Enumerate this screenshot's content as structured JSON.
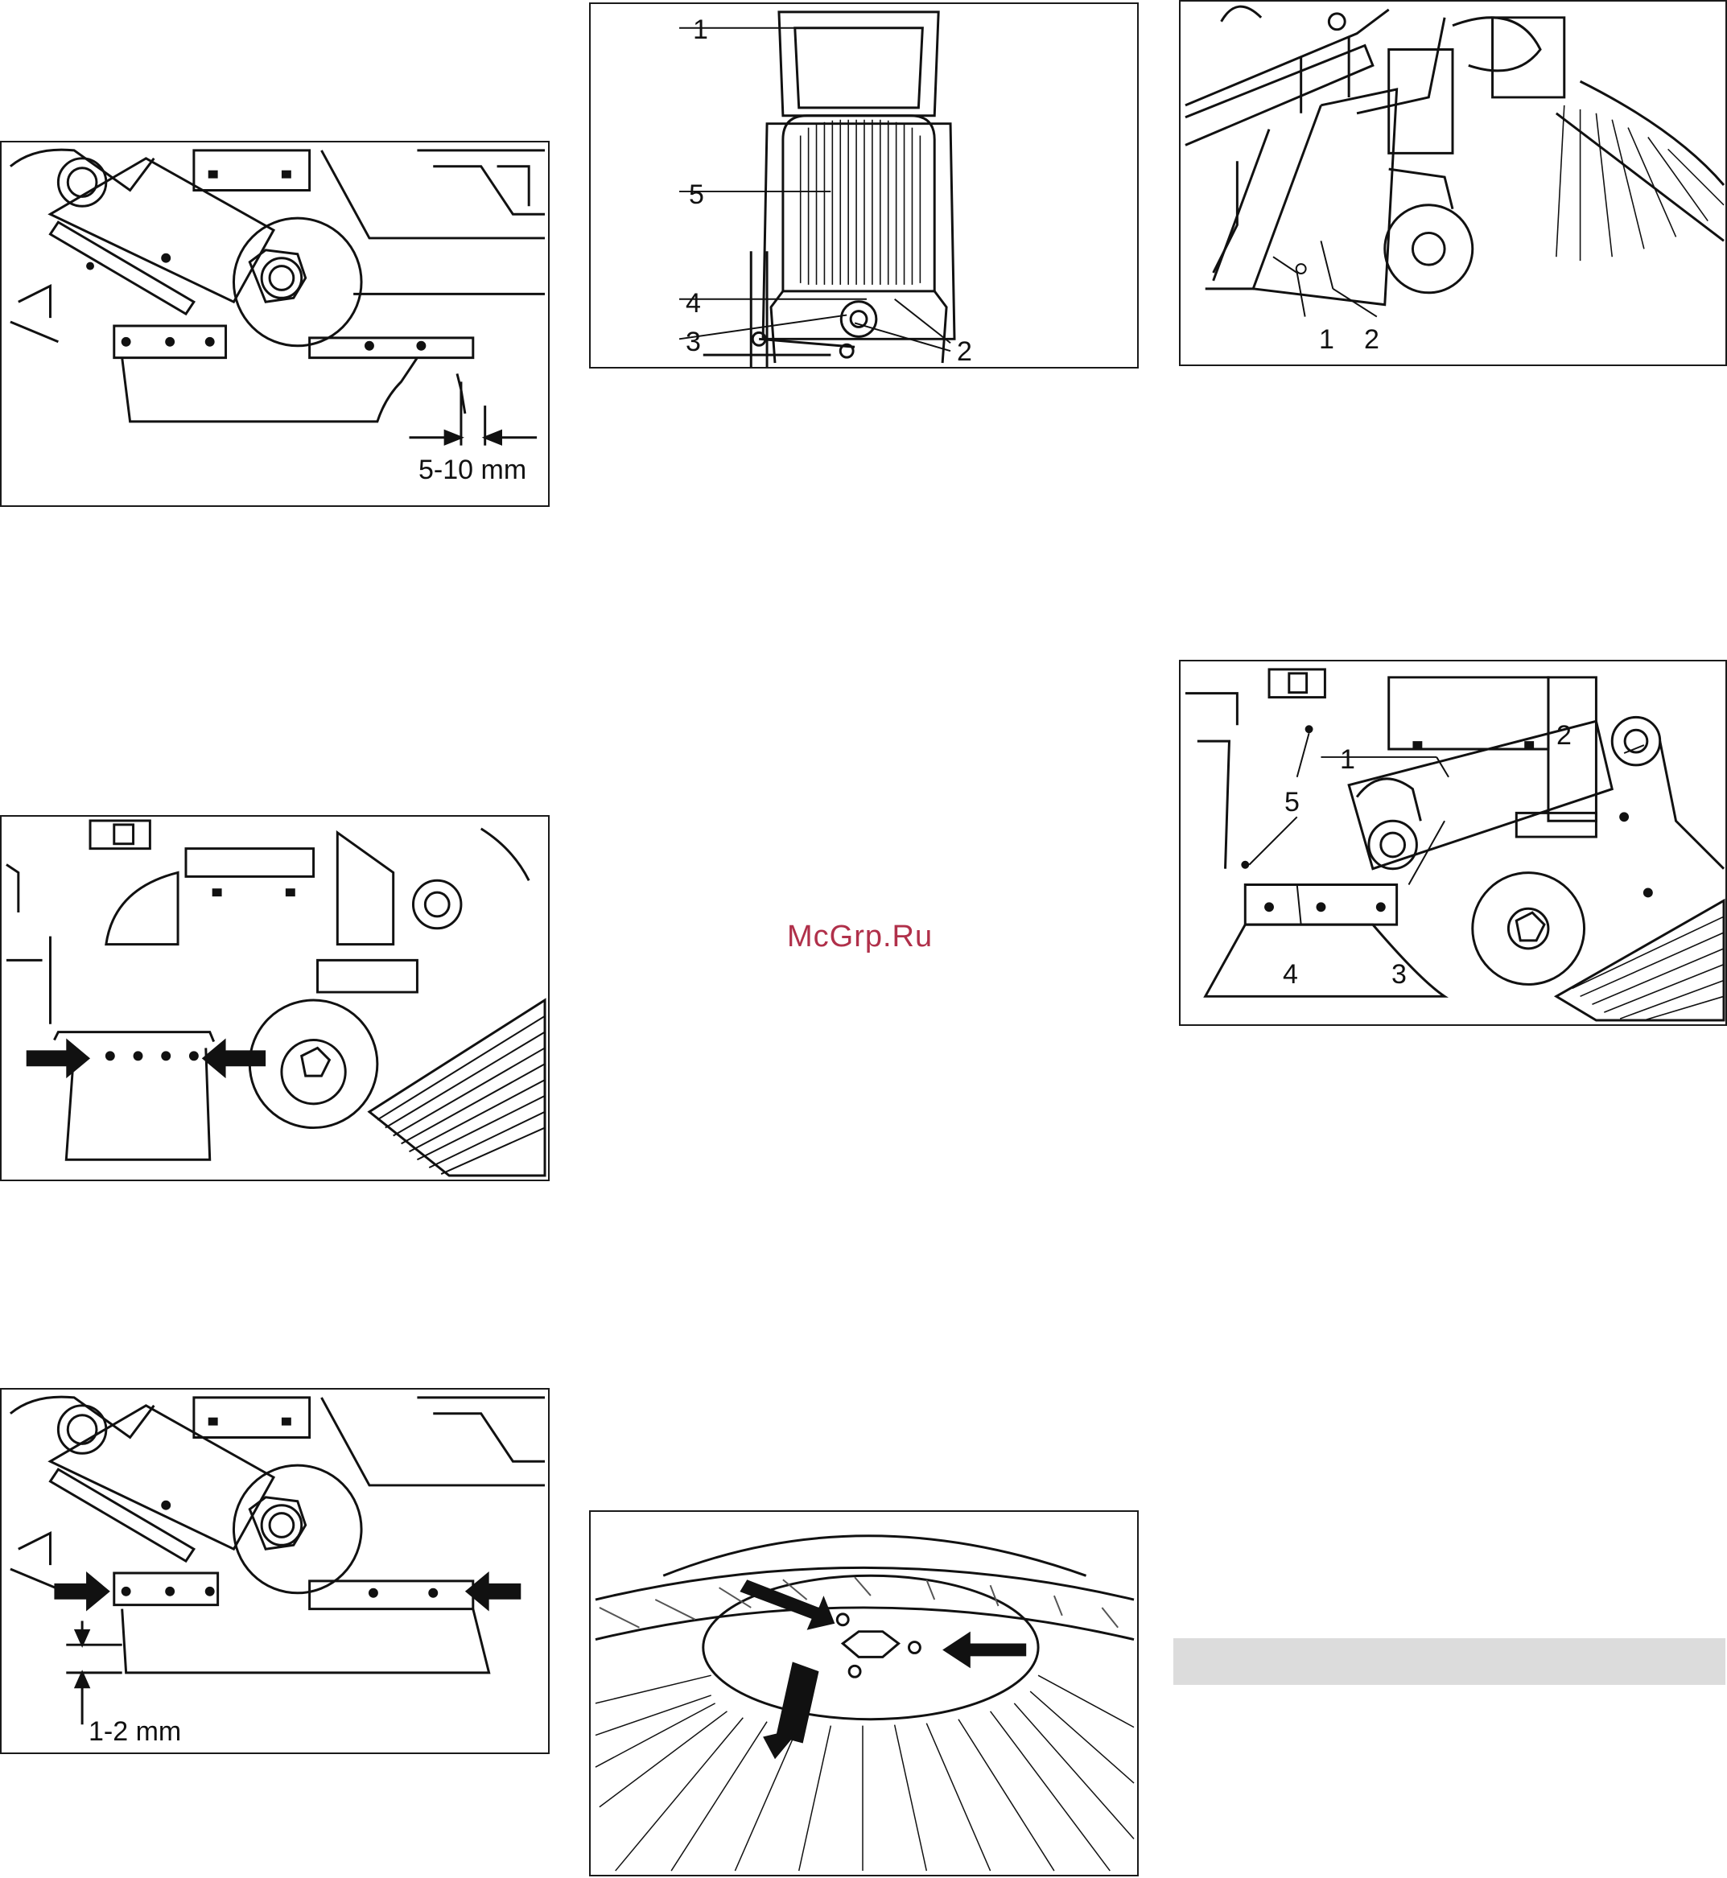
{
  "watermark": "McGrp.Ru",
  "fig_a": {
    "dimension": "5-10 mm"
  },
  "fig_b": {},
  "fig_c": {
    "dimension": "1-2 mm"
  },
  "fig_d": {
    "callouts": [
      "1",
      "5",
      "4",
      "3",
      "2",
      "2"
    ]
  },
  "fig_e": {},
  "fig_f": {
    "callouts": [
      "1",
      "2"
    ]
  },
  "fig_g": {
    "callouts": [
      "2",
      "1",
      "5",
      "4",
      "3"
    ]
  }
}
